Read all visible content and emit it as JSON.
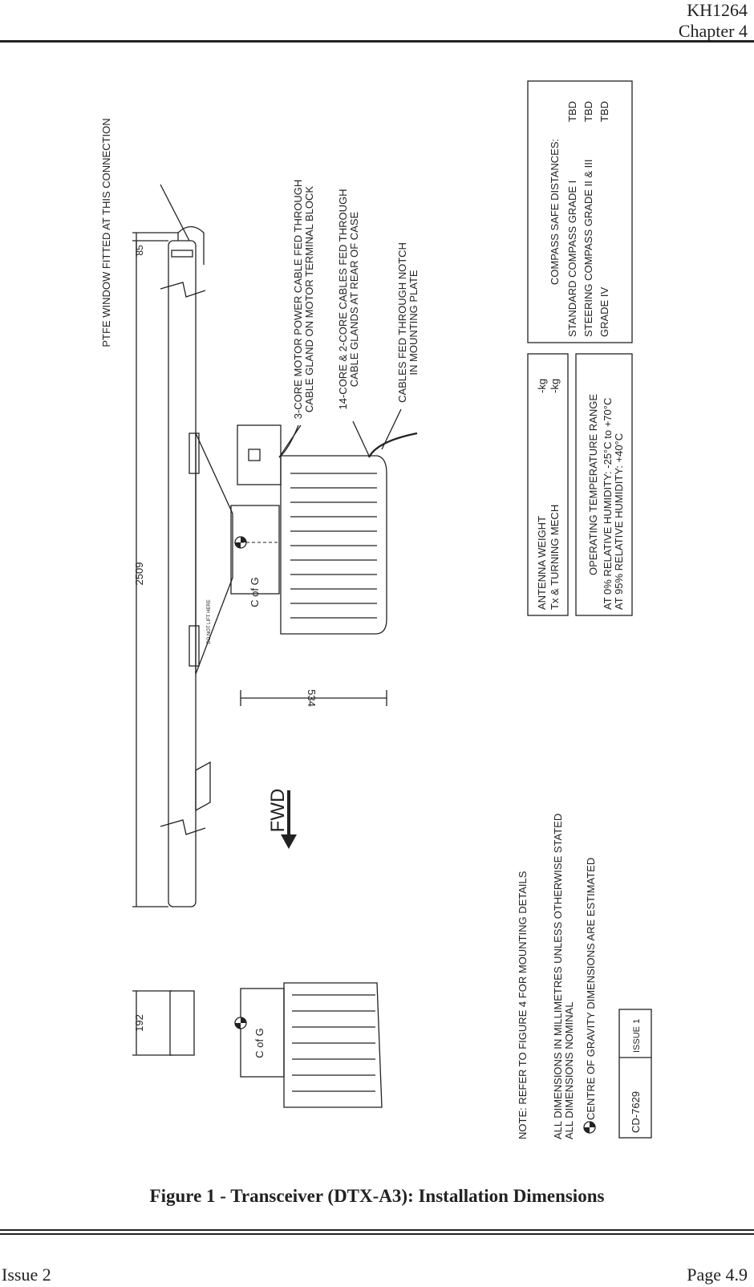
{
  "header": {
    "doc_code": "KH1264",
    "chapter": "Chapter 4"
  },
  "footer": {
    "issue": "Issue 2",
    "page": "Page 4.9"
  },
  "figure": {
    "caption": "Figure 1 - Transceiver (DTX-A3): Installation Dimensions",
    "dimensions": {
      "overall_length": "2509",
      "end_offset": "85",
      "height": "534",
      "side_width": "192"
    },
    "labels": {
      "c_of_g": "C of G",
      "fwd": "FWD",
      "do_not_lift": "DO NOT LIFT HERE",
      "ptfe": "PTFE WINDOW FITTED AT THIS CONNECTION",
      "motor_cable_1": "3-CORE MOTOR POWER CABLE FED THROUGH",
      "motor_cable_2": "CABLE GLAND ON MOTOR TERMINAL BLOCK",
      "core_cables_1": "14-CORE & 2-CORE CABLES FED THROUGH",
      "core_cables_2": "CABLE GLANDS AT REAR OF CASE",
      "notch_1": "CABLES FED THROUGH NOTCH",
      "notch_2": "IN MOUNTING PLATE"
    },
    "notes": {
      "ref": "NOTE:  REFER TO FIGURE 4 FOR MOUNTING DETAILS",
      "dims_line1": "ALL DIMENSIONS IN MILLIMETRES UNLESS OTHERWISE STATED",
      "dims_line2": "ALL DIMENSIONS NOMINAL",
      "cog": "CENTRE OF GRAVITY DIMENSIONS ARE ESTIMATED"
    },
    "drawing_id": {
      "number": "CD-7629",
      "issue": "ISSUE 1"
    },
    "weight_box": {
      "title": "ANTENNA WEIGHT",
      "title_value": "-kg",
      "row_label": "Tx & TURNING MECH",
      "row_value": "-kg"
    },
    "temp_box": {
      "title": "OPERATING TEMPERATURE RANGE",
      "line1": "AT   0% RELATIVE HUMIDITY:  -25°C to +70°C",
      "line2": "AT 95% RELATIVE HUMIDITY: +40°C"
    },
    "compass_box": {
      "title": "COMPASS SAFE DISTANCES:",
      "rows": [
        {
          "label": "STANDARD COMPASS GRADE I",
          "value": "TBD"
        },
        {
          "label": "STEERING COMPASS GRADE II & III",
          "value": "TBD"
        },
        {
          "label": "GRADE IV",
          "value": "TBD"
        }
      ]
    }
  }
}
